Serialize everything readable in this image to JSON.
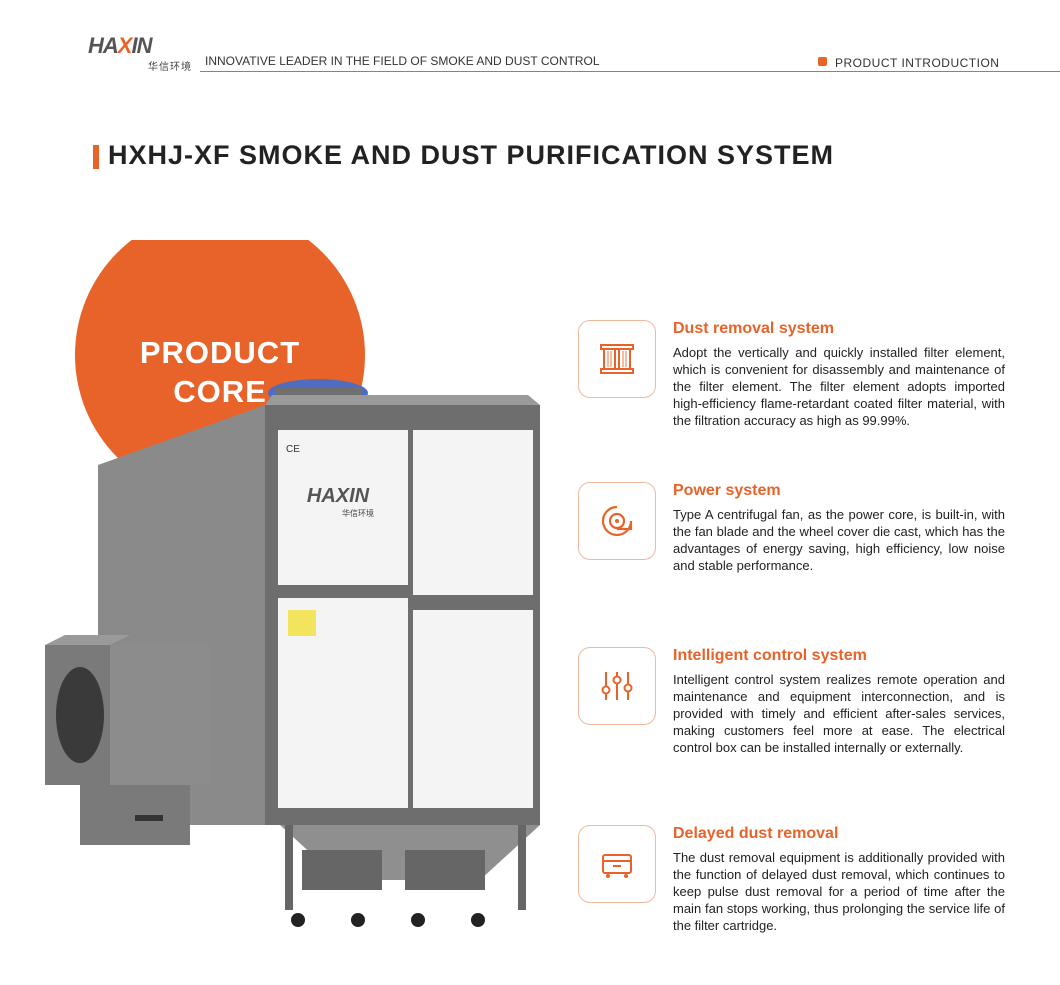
{
  "header": {
    "logo_text_a": "HA",
    "logo_text_x": "X",
    "logo_text_b": "IN",
    "logo_sub": "华信环境",
    "tagline": "INNOVATIVE LEADER IN THE FIELD OF SMOKE AND DUST CONTROL",
    "section_label": "PRODUCT INTRODUCTION"
  },
  "page": {
    "title": "HXHJ-XF SMOKE AND DUST PURIFICATION SYSTEM"
  },
  "product": {
    "badge_line1": "PRODUCT",
    "badge_line2": "CORE",
    "machine_brand": "HAXIN",
    "machine_brand_sub": "华信环境",
    "ce_mark": "CE"
  },
  "features": [
    {
      "title": "Dust removal system",
      "description": "Adopt the vertically and quickly installed filter element, which is convenient for disassembly and maintenance of the filter element. The filter element adopts imported high-efficiency flame-retardant coated filter material, with the filtration accuracy as high as 99.99%.",
      "icon": "filter-cartridge-icon"
    },
    {
      "title": "Power system",
      "description": "Type A centrifugal fan, as the power core, is built-in, with the fan blade and the wheel cover die cast, which has the advantages of energy saving, high efficiency, low noise and stable performance.",
      "icon": "centrifugal-fan-icon"
    },
    {
      "title": "Intelligent control system",
      "description": "Intelligent control system realizes remote operation and maintenance and equipment interconnection, and is provided with timely and efficient after-sales services, making customers feel more at ease. The electrical control box can be installed internally or externally.",
      "icon": "control-sliders-icon"
    },
    {
      "title": "Delayed dust removal",
      "description": "The dust removal equipment is additionally provided with the function of delayed dust removal, which continues to keep pulse dust removal for a period of time after the main fan stops working, thus prolonging the service life of the filter cartridge.",
      "icon": "dust-cart-icon"
    }
  ],
  "colors": {
    "accent": "#e8632a",
    "text": "#222222",
    "machine_body": "#7a7a7a",
    "panel": "#f3f3f3"
  }
}
